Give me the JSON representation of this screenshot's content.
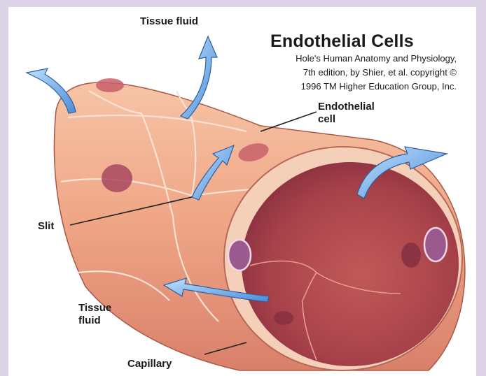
{
  "title": "Endothelial Cells",
  "credit": [
    "Hole's Human Anatomy and Physiology,",
    "7th edition, by Shier, et al. copyright ©",
    "1996 TM Higher Education Group, Inc."
  ],
  "labels": {
    "tissue_fluid_top": "Tissue fluid",
    "endothelial_cell_line1": "Endothelial",
    "endothelial_cell_line2": "cell",
    "slit": "Slit",
    "tissue_fluid_bottom_line1": "Tissue",
    "tissue_fluid_bottom_line2": "fluid",
    "capillary": "Capillary"
  },
  "colors": {
    "frame_background": "#dcd3e6",
    "vessel_wall": "#f0a888",
    "vessel_lumen": "#b04a48",
    "nucleus": "#9a5a8e",
    "arrow": "#6aa8e6"
  }
}
